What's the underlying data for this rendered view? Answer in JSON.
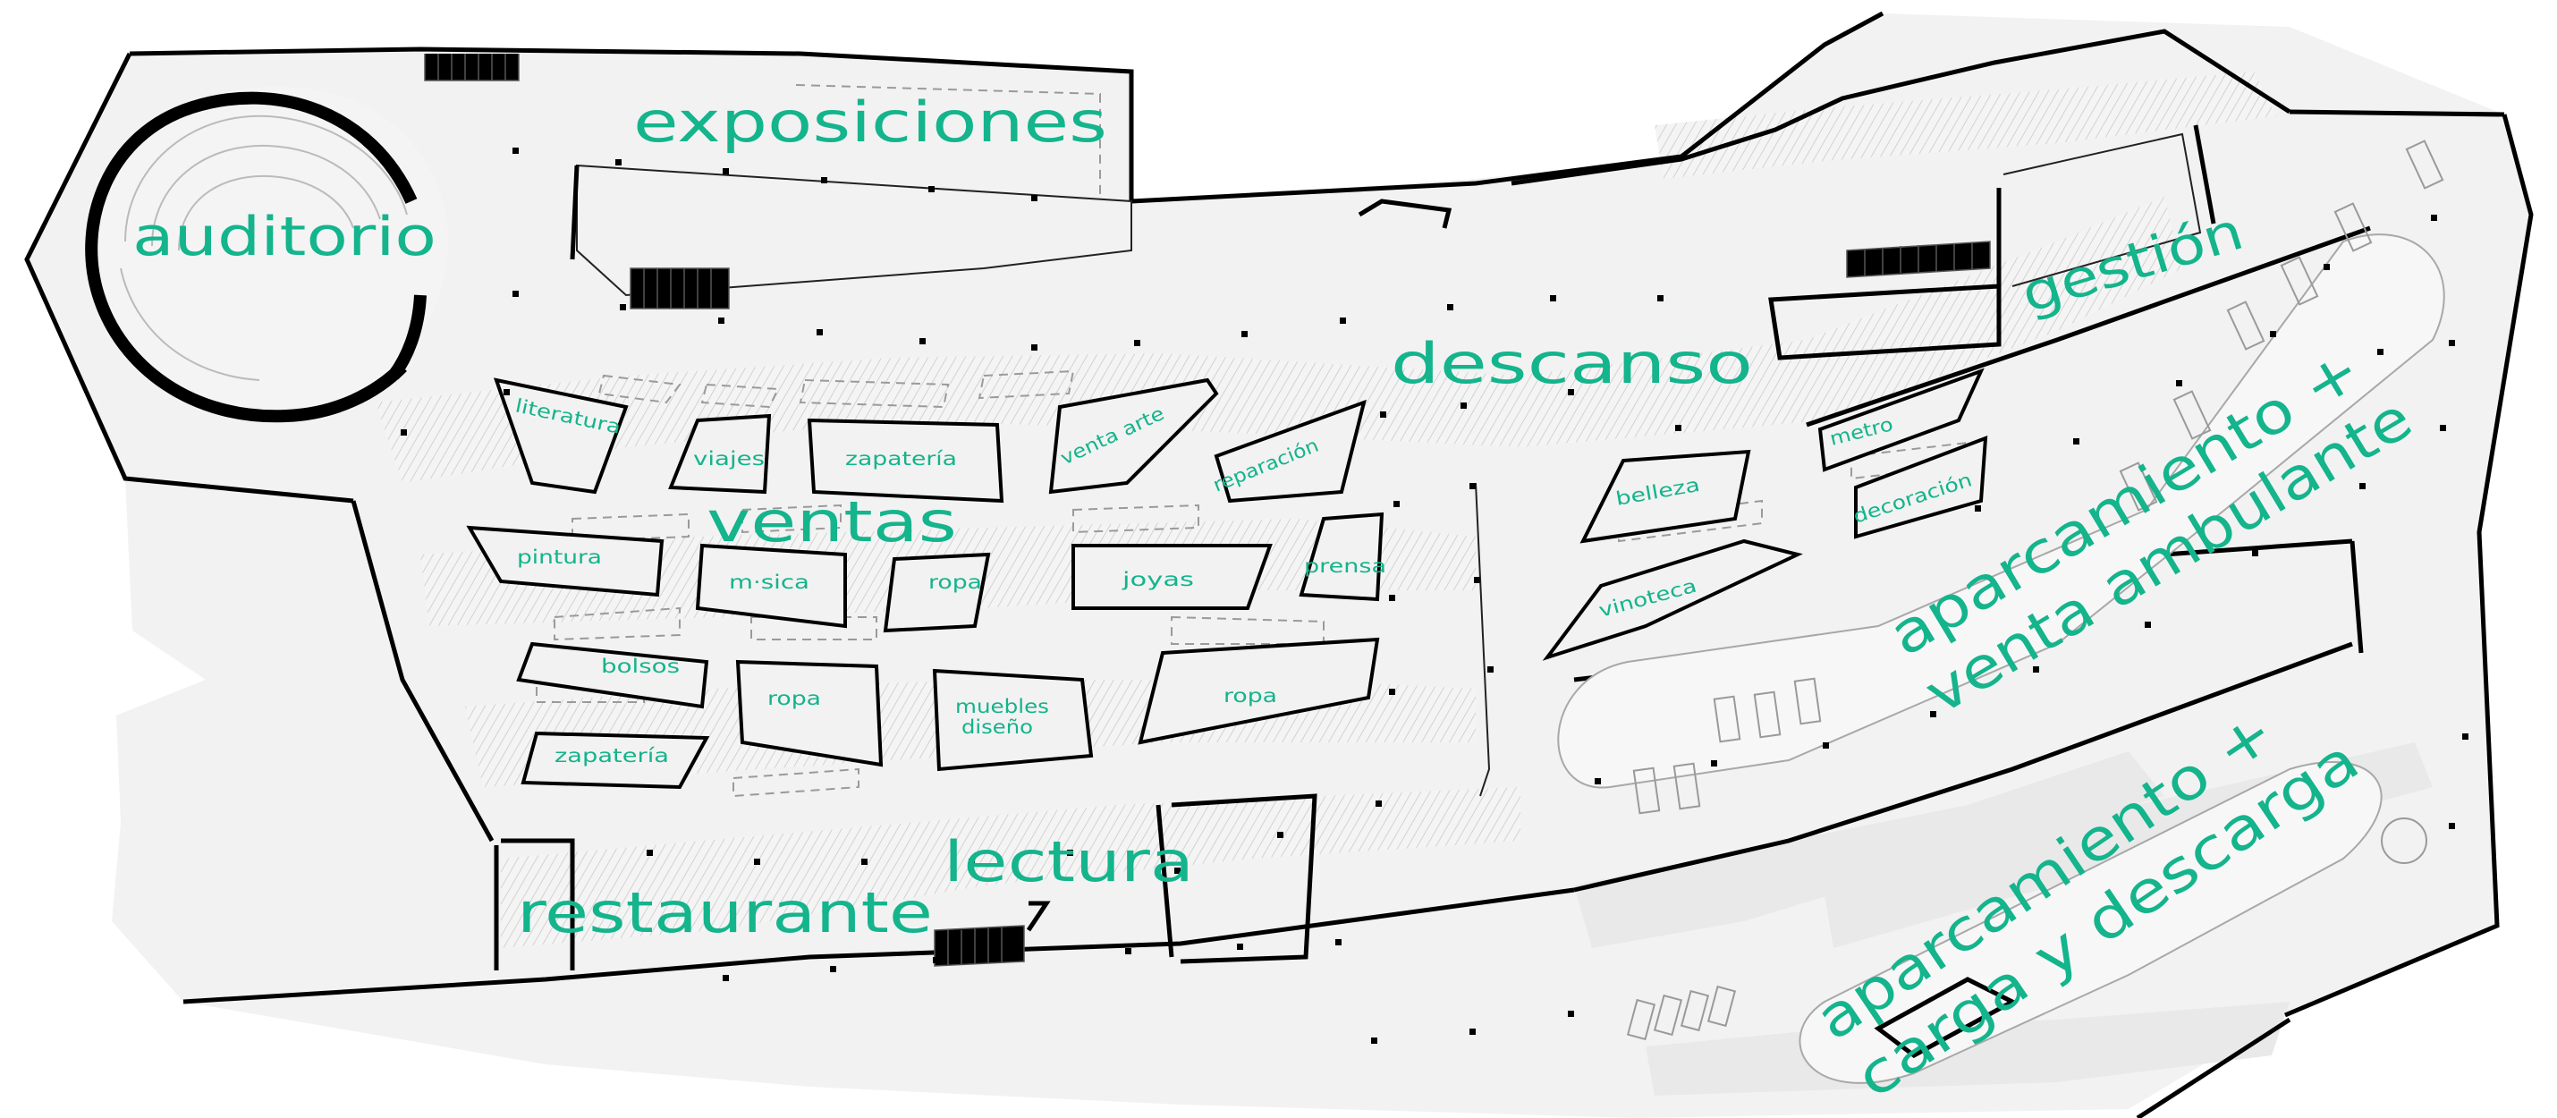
{
  "plan": {
    "zones": {
      "auditorio": "auditorio",
      "exposiciones": "exposiciones",
      "descanso": "descanso",
      "gestion": "gestión",
      "ventas": "ventas",
      "lectura": "lectura",
      "restaurante": "restaurante",
      "parking_vendor_1": "aparcamiento +",
      "parking_vendor_2": "venta ambulante",
      "parking_load_1": "aparcamiento +",
      "parking_load_2": "carga y descarga"
    },
    "shops": {
      "literatura": "literatura",
      "viajes": "viajes",
      "zapateria_1": "zapatería",
      "venta_arte": "venta arte",
      "reparacion": "reparación",
      "pintura": "pintura",
      "musica": "m·sica",
      "ropa_1": "ropa",
      "joyas": "joyas",
      "prensa": "prensa",
      "bolsos": "bolsos",
      "ropa_2": "ropa",
      "muebles_1": "muebles",
      "muebles_2": "diseño",
      "ropa_3": "ropa",
      "zapateria_2": "zapatería",
      "belleza": "belleza",
      "vinoteca": "vinoteca",
      "metro": "metro",
      "decoracion": "decoración"
    },
    "colors": {
      "label": "#14b48c",
      "wall": "#000000",
      "floor": "#f2f2f2"
    }
  }
}
